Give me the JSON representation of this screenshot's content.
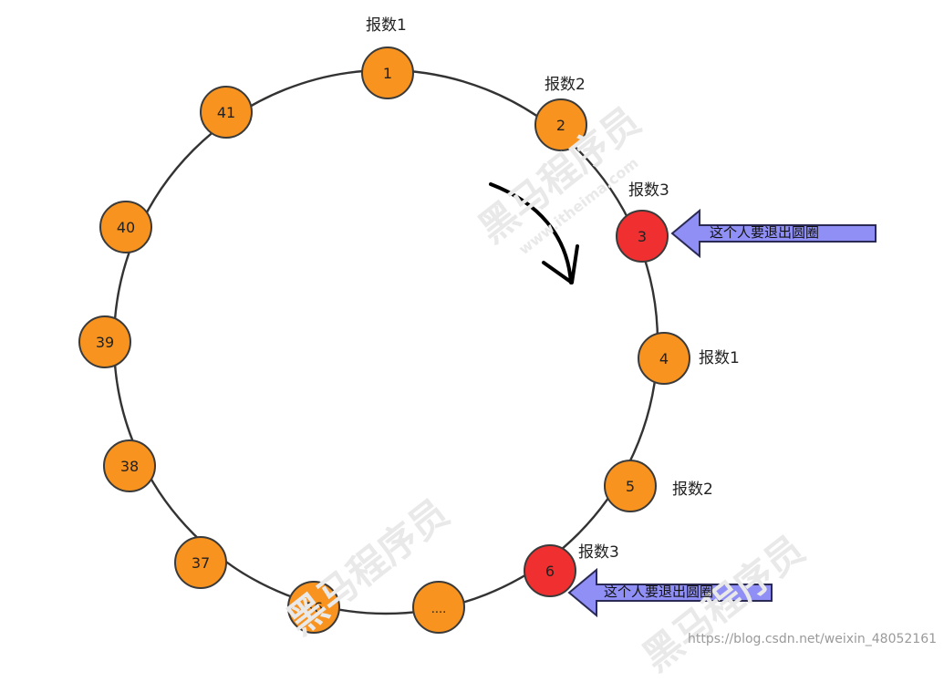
{
  "diagram": {
    "nodes": [
      {
        "id": "n1",
        "label": "1",
        "color": "#f7931e"
      },
      {
        "id": "n2",
        "label": "2",
        "color": "#f7931e"
      },
      {
        "id": "n3",
        "label": "3",
        "color": "#f03030"
      },
      {
        "id": "n4",
        "label": "4",
        "color": "#f7931e"
      },
      {
        "id": "n5",
        "label": "5",
        "color": "#f7931e"
      },
      {
        "id": "n6",
        "label": "6",
        "color": "#f03030"
      },
      {
        "id": "ndots",
        "label": "....",
        "color": "#f7931e"
      },
      {
        "id": "n36",
        "label": "36",
        "color": "#f7931e"
      },
      {
        "id": "n37",
        "label": "37",
        "color": "#f7931e"
      },
      {
        "id": "n38",
        "label": "38",
        "color": "#f7931e"
      },
      {
        "id": "n39",
        "label": "39",
        "color": "#f7931e"
      },
      {
        "id": "n40",
        "label": "40",
        "color": "#f7931e"
      },
      {
        "id": "n41",
        "label": "41",
        "color": "#f7931e"
      }
    ],
    "count_labels": {
      "n1": "报数1",
      "n2": "报数2",
      "n3": "报数3",
      "n4": "报数1",
      "n5": "报数2",
      "n6": "报数3"
    },
    "exit_arrows": {
      "n3": "这个人要退出圆圈",
      "n6": "这个人要退出圆圈"
    },
    "colors": {
      "ring": "#333333",
      "node_border": "#3a3a3a",
      "arrow_fill": "#8f8ff5",
      "direction_arrow": "#000000"
    }
  },
  "watermark": {
    "brand": "黑马程序员",
    "site": "www.itheima.com",
    "url": "https://blog.csdn.net/weixin_48052161"
  }
}
